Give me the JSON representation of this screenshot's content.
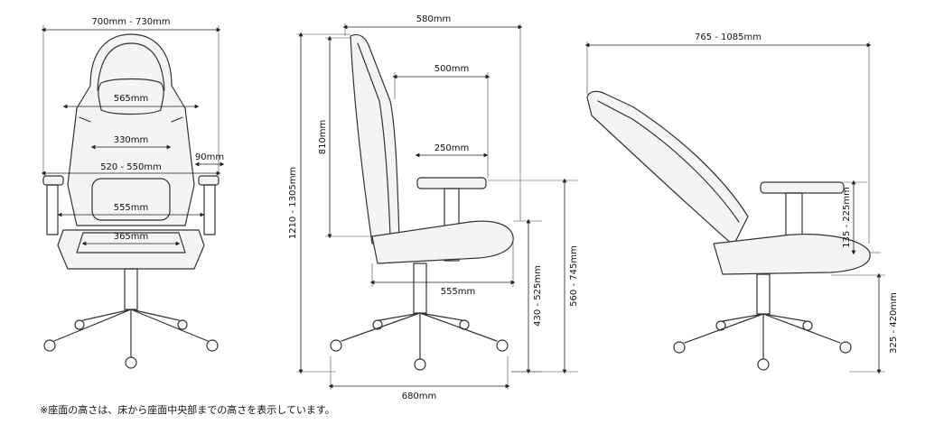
{
  "front": {
    "width_overall": "700mm - 730mm",
    "back_width": "565mm",
    "lumbar_width": "330mm",
    "armrest_width": "90mm",
    "arm_span": "520 - 550mm",
    "seat_width": "555mm",
    "seat_inner_width": "365mm"
  },
  "side": {
    "depth_top": "580mm",
    "back_to_arm_front": "500mm",
    "armrest_length": "250mm",
    "backrest_height": "810mm",
    "total_height": "1210 - 1305mm",
    "seat_depth": "555mm",
    "seat_height": "430 - 525mm",
    "arm_height": "560 - 745mm",
    "base_depth": "680mm"
  },
  "recline": {
    "length": "765 - 1085mm",
    "arm_above_seat": "135 - 225mm",
    "seat_height": "325 - 420mm"
  },
  "footnote": "※座面の高さは、床から座面中央部までの高さを表示しています。"
}
